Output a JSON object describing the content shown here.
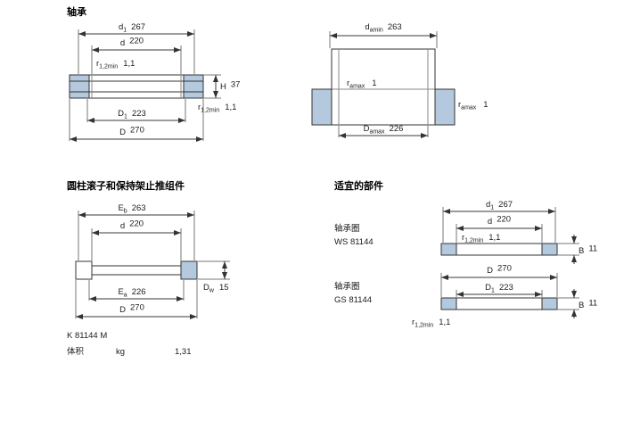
{
  "colors": {
    "section_fill": "#b4c8de",
    "line": "#333333",
    "text": "#1c1c1c"
  },
  "bearing": {
    "title": "轴承",
    "d1": {
      "b": "d",
      "s": "1",
      "v": "267"
    },
    "d": {
      "b": "d",
      "s": "",
      "v": "220"
    },
    "r12_top": {
      "b": "r",
      "s": "1,2min",
      "v": "1,1"
    },
    "H": {
      "b": "H",
      "s": "",
      "v": "37"
    },
    "r12_right": {
      "b": "r",
      "s": "1,2min",
      "v": "1,1"
    },
    "D1": {
      "b": "D",
      "s": "1",
      "v": "223"
    },
    "D": {
      "b": "D",
      "s": "",
      "v": "270"
    }
  },
  "abutment": {
    "da": {
      "b": "d",
      "s": "amin",
      "v": "263"
    },
    "ra1": {
      "b": "r",
      "s": "amax",
      "v": "1"
    },
    "ra2": {
      "b": "r",
      "s": "amax",
      "v": "1"
    },
    "Da": {
      "b": "D",
      "s": "amax",
      "v": "226"
    }
  },
  "assembly": {
    "title": "圆柱滚子和保持架止推组件",
    "Eb": {
      "b": "E",
      "s": "b",
      "v": "263"
    },
    "d": {
      "b": "d",
      "s": "",
      "v": "220"
    },
    "Dw": {
      "b": "D",
      "s": "w",
      "v": "15"
    },
    "Ea": {
      "b": "E",
      "s": "a",
      "v": "226"
    },
    "D": {
      "b": "D",
      "s": "",
      "v": "270"
    },
    "designation": "K 81144 M",
    "mass_label": "体积",
    "mass_unit": "kg",
    "mass_value": "1,31"
  },
  "parts": {
    "title": "适宜的部件",
    "ws": {
      "label": "轴承圈",
      "designation": "WS 81144",
      "d1": {
        "b": "d",
        "s": "1",
        "v": "267"
      },
      "d": {
        "b": "d",
        "s": "",
        "v": "220"
      },
      "r12": {
        "b": "r",
        "s": "1,2min",
        "v": "1,1"
      },
      "B": {
        "b": "B",
        "s": "",
        "v": "11"
      }
    },
    "gs": {
      "label": "轴承圈",
      "designation": "GS 81144",
      "D": {
        "b": "D",
        "s": "",
        "v": "270"
      },
      "D1": {
        "b": "D",
        "s": "1",
        "v": "223"
      },
      "B": {
        "b": "B",
        "s": "",
        "v": "11"
      },
      "r12": {
        "b": "r",
        "s": "1,2min",
        "v": "1,1"
      }
    }
  }
}
